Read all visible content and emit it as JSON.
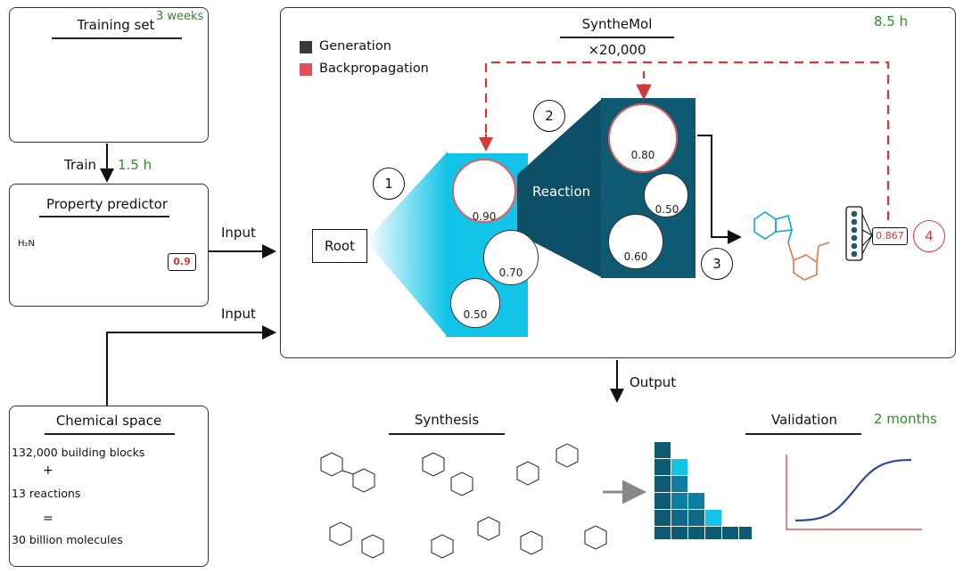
{
  "training": {
    "title": "Training set",
    "time": "3 weeks"
  },
  "train_arrow": {
    "label": "Train",
    "time": "1.5 h"
  },
  "predictor": {
    "title": "Property predictor",
    "h2n": "H₂N",
    "value": "0.9"
  },
  "chemspace": {
    "title": "Chemical space",
    "line1": "132,000 building blocks",
    "plus": "+",
    "line2": "13 reactions",
    "equals": "=",
    "line3": "30 billion molecules"
  },
  "inputs": {
    "top": "Input",
    "bottom": "Input"
  },
  "synthemol": {
    "title": "SyntheMol",
    "multiplier": "×20,000",
    "time": "8.5 h",
    "legend": [
      {
        "label": "Generation",
        "color": "#3a3a3a"
      },
      {
        "label": "Backpropagation",
        "color": "#e0505a"
      }
    ],
    "root": "Root",
    "reaction": "Reaction",
    "steps": [
      "1",
      "2",
      "3",
      "4"
    ],
    "scores": {
      "s1": "0.90",
      "s2": "0.70",
      "s3": "0.50",
      "s4": "0.80",
      "s5": "0.50",
      "s6": "0.60"
    },
    "final_score": "0.867"
  },
  "output": {
    "label": "Output"
  },
  "bottom": {
    "synthesis": "Synthesis",
    "validation": "Validation",
    "time": "2 months"
  },
  "colors": {
    "cyan": "#12c4e8",
    "dark_teal": "#0e4f66",
    "red": "#d23a3a",
    "green": "#2e8b2e"
  }
}
